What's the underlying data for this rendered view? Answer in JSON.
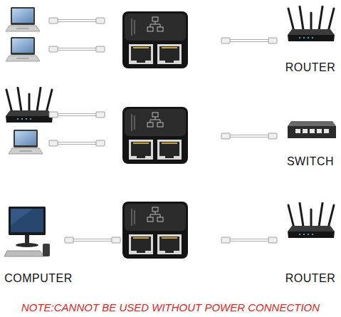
{
  "diagram": {
    "nodes": [
      {
        "text": [
          "ROUTER"
        ]
      },
      {
        "text": [
          "SWITCH"
        ]
      },
      {
        "text": [
          "COMPUTER"
        ]
      },
      {
        "text": [
          "ROUTER"
        ]
      }
    ],
    "labels": [
      "NOTE:CANNOT BE USED WITHOUT POWER CONNECTION"
    ]
  }
}
